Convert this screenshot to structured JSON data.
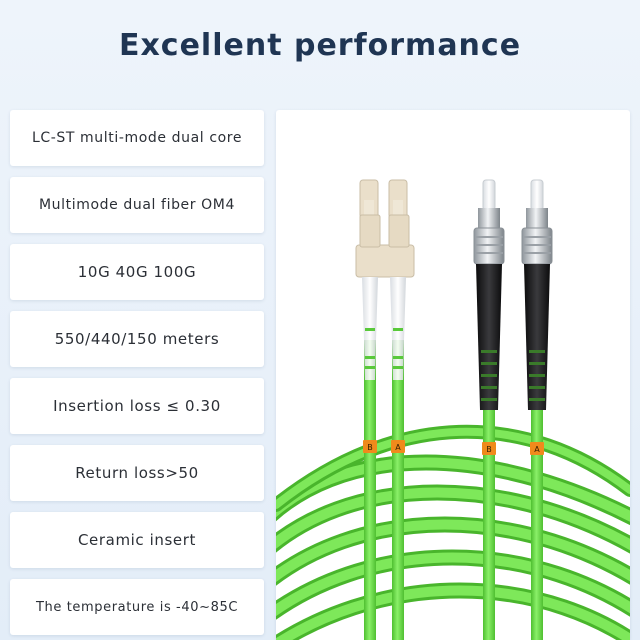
{
  "title": "Excellent performance",
  "specs": [
    "LC-ST multi-mode dual core",
    "Multimode dual fiber OM4",
    "10G 40G 100G",
    "550/440/150 meters",
    "Insertion loss ≤ 0.30",
    "Return loss>50",
    "Ceramic insert",
    "The temperature is -40~85C"
  ],
  "product": {
    "lc_labels": [
      "B",
      "A"
    ],
    "st_labels": [
      "B",
      "A"
    ],
    "colors": {
      "cable": "#6fe04a",
      "cable_dark": "#49b52c",
      "lc_housing": "#eadfca",
      "boot": "#1d1d1f",
      "label_tag": "#f08a1c"
    }
  }
}
